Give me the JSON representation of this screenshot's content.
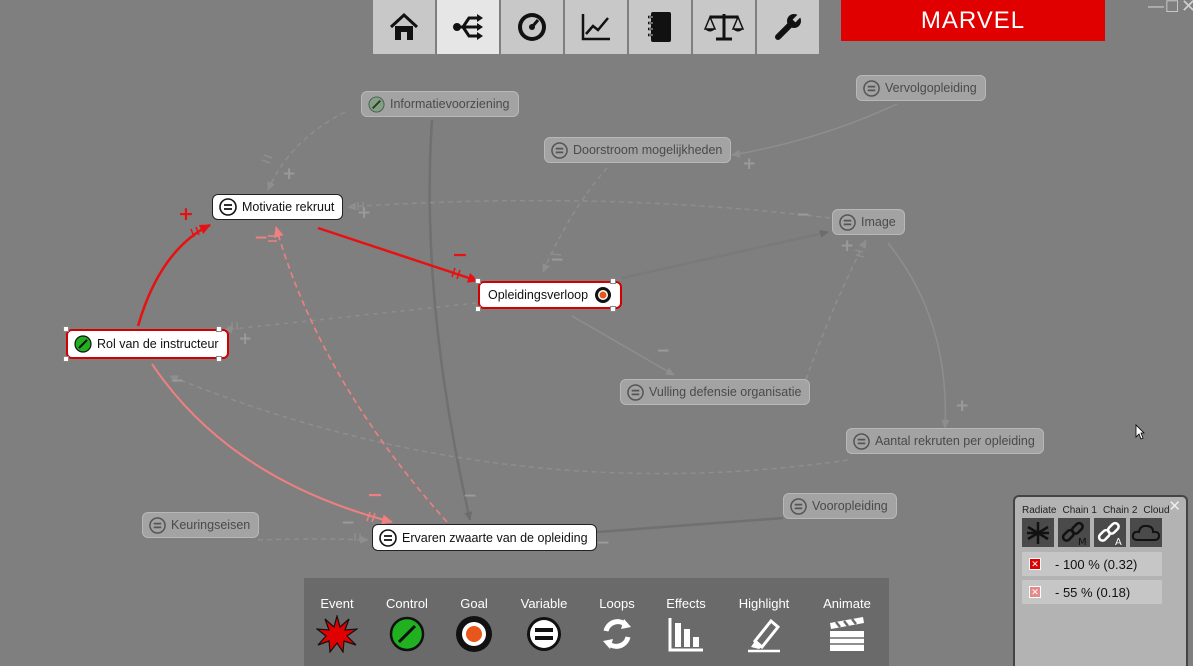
{
  "brand": "MARVEL",
  "toolbar": [
    "home-icon",
    "network-icon",
    "gauge-icon",
    "chart-icon",
    "notebook-icon",
    "balance-icon",
    "wrench-icon"
  ],
  "nodes": {
    "informatievoorziening": "Informatievoorziening",
    "vervolgopleiding": "Vervolgopleiding",
    "doorstroom": "Doorstroom mogelijkheden",
    "motivatie": "Motivatie rekruut",
    "image": "Image",
    "opleidingsverloop": "Opleidingsverloop",
    "rol": "Rol van de instructeur",
    "vulling": "Vulling defensie organisatie",
    "aantal": "Aantal rekruten per opleiding",
    "vooropleiding": "Vooropleiding",
    "keuringseisen": "Keuringseisen",
    "ervaren": "Ervaren zwaarte van de opleiding"
  },
  "palette": {
    "event": "Event",
    "control": "Control",
    "goal": "Goal",
    "variable": "Variable",
    "loops": "Loops",
    "effects": "Effects",
    "highlight": "Highlight",
    "animate": "Animate"
  },
  "chain_panel": {
    "radiate": "Radiate",
    "chain1": "Chain 1",
    "chain2": "Chain 2",
    "cloud": "Cloud",
    "rows": [
      "- 100 % (0.32)",
      "- 55 % (0.18)"
    ]
  },
  "signs": {
    "plus": "+",
    "minus": "−"
  },
  "colors": {
    "accent": "#e10000",
    "active_link": "#e81010",
    "faded_link": "#f08080",
    "background": "#7f7f7f"
  }
}
